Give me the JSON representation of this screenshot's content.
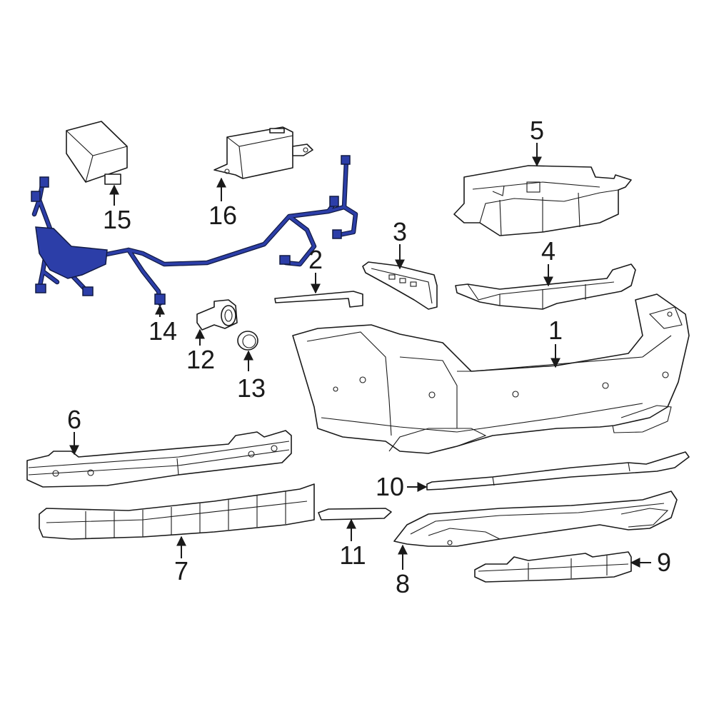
{
  "colors": {
    "highlight": "#2c3ea8",
    "line": "#1a1a1a",
    "background": "#ffffff"
  },
  "callouts": [
    {
      "id": "1",
      "label": "1"
    },
    {
      "id": "2",
      "label": "2"
    },
    {
      "id": "3",
      "label": "3"
    },
    {
      "id": "4",
      "label": "4"
    },
    {
      "id": "5",
      "label": "5"
    },
    {
      "id": "6",
      "label": "6"
    },
    {
      "id": "7",
      "label": "7"
    },
    {
      "id": "8",
      "label": "8"
    },
    {
      "id": "9",
      "label": "9"
    },
    {
      "id": "10",
      "label": "10"
    },
    {
      "id": "11",
      "label": "11"
    },
    {
      "id": "12",
      "label": "12"
    },
    {
      "id": "13",
      "label": "13"
    },
    {
      "id": "14",
      "label": "14"
    },
    {
      "id": "15",
      "label": "15"
    },
    {
      "id": "16",
      "label": "16"
    }
  ],
  "highlighted_part": "14"
}
